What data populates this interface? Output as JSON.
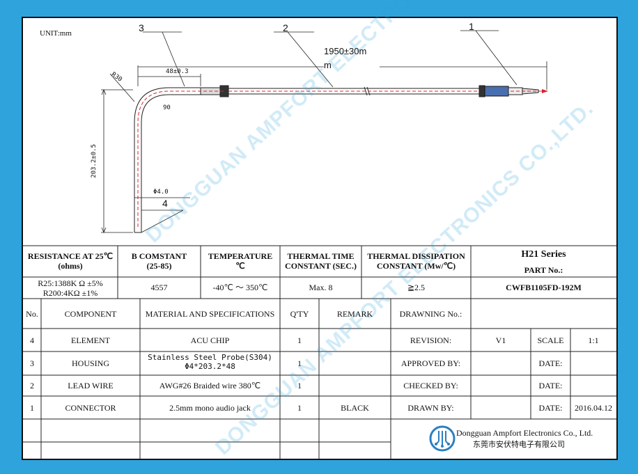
{
  "drawing": {
    "unit_label": "UNIT:mm",
    "callouts": [
      "1",
      "2",
      "3",
      "4"
    ],
    "dim_total_line1": "1950±30m",
    "dim_total_line2": "m",
    "dim_bend": "48±0.3",
    "dim_radius": "R30",
    "dim_angle": "90",
    "dim_vertical": "203.2±0.5",
    "dim_dia": "Φ4.0"
  },
  "watermark": "DONGGUAN AMPFORT ELECTRONICS CO.,LTD.",
  "specs": {
    "headers": [
      {
        "line1": "RESISTANCE AT 25℃",
        "line2": "(ohms)"
      },
      {
        "line1": "B  COMSTANT",
        "line2": "(25-85)"
      },
      {
        "line1": "TEMPERATURE",
        "line2": "℃"
      },
      {
        "line1": "THERMAL TIME",
        "line2": "CONSTANT (SEC.)"
      },
      {
        "line1": "THERMAL DISSIPATION",
        "line2": "CONSTANT  (Mw/℃)"
      }
    ],
    "values": [
      {
        "line1": "R25:1388K Ω  ±5%",
        "line2": "R200:4KΩ ±1%"
      },
      {
        "line1": "4557",
        "line2": ""
      },
      {
        "line1": "-40℃ ～ 350℃",
        "line2": ""
      },
      {
        "line1": "Max. 8",
        "line2": ""
      },
      {
        "line1": "≧2.5",
        "line2": ""
      }
    ],
    "series": "H21 Series",
    "part_label": "PART No.:",
    "part_no": "CWFB1105FD-192M"
  },
  "bom": {
    "headers": [
      "No.",
      "COMPONENT",
      "MATERIAL AND SPECIFICATIONS",
      "Q'TY",
      "REMARK"
    ],
    "rows": [
      {
        "no": "4",
        "component": "ELEMENT",
        "material": "ACU CHIP",
        "material2": "",
        "qty": "1",
        "remark": ""
      },
      {
        "no": "3",
        "component": "HOUSING",
        "material": "Stainless Steel Probe(S304)",
        "material2": "Φ4*203.2*48",
        "qty": "1",
        "remark": ""
      },
      {
        "no": "2",
        "component": "LEAD WIRE",
        "material": "AWG#26 Braided wire 380℃",
        "material2": "",
        "qty": "1",
        "remark": ""
      },
      {
        "no": "1",
        "component": "CONNECTOR",
        "material": "2.5mm mono audio jack",
        "material2": "",
        "qty": "1",
        "remark": "BLACK"
      }
    ]
  },
  "title_block": {
    "drawing_no_label": "DRAWNING No.:",
    "revision_label": "REVISION:",
    "revision_value": "V1",
    "scale_label": "SCALE",
    "scale_value": "1:1",
    "approved_label": "APPROVED BY:",
    "checked_label": "CHECKED BY:",
    "drawn_label": "DRAWN BY:",
    "date_label": "DATE:",
    "drawn_date": "2016.04.12",
    "company_en": "Dongguan Ampfort Electronics Co., Ltd.",
    "company_cn": "东莞市安伏特电子有限公司"
  },
  "colors": {
    "frame": "#2fa3dc",
    "logo": "#2a7fc0",
    "accent_red": "#e0202a"
  }
}
